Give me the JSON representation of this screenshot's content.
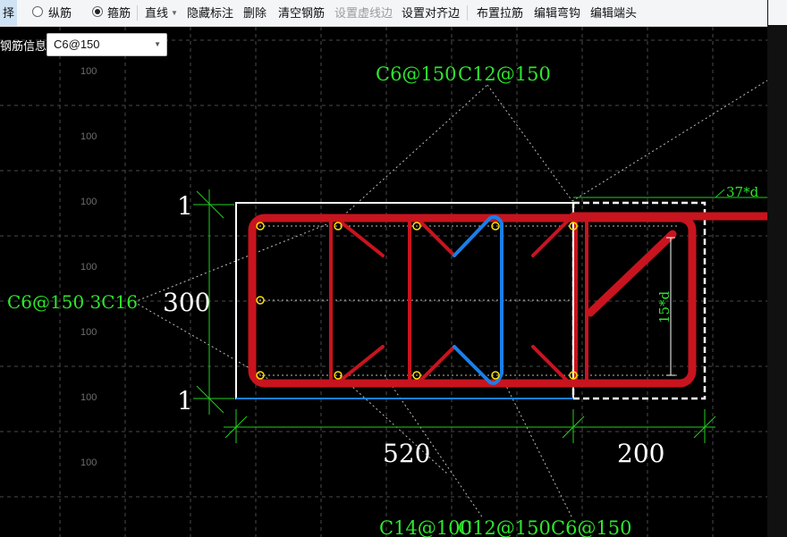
{
  "toolbar": {
    "select_label": "择",
    "radio_longitudinal": "纵筋",
    "radio_stirrup": "箍筋",
    "line_label": "直线",
    "hide_annotation": "隐藏标注",
    "delete": "删除",
    "clear_rebar": "清空钢筋",
    "set_dashed_edge": "设置虚线边",
    "set_align_edge": "设置对齐边",
    "place_tie": "布置拉筋",
    "edit_hook": "编辑弯钩",
    "edit_end": "编辑端头"
  },
  "info": {
    "label": "钢筋信息:",
    "selected_value": "C6@150"
  },
  "grid": {
    "label": "100"
  },
  "drawing": {
    "top_label_left": "C6@150",
    "top_label_right": "C12@150",
    "side_label": "C6@150 3C16",
    "dim_top_cover": "1",
    "dim_height": "300",
    "dim_bottom_cover": "1",
    "dim_width_main": "520",
    "dim_width_ext": "200",
    "anchor_length": "37*d",
    "hook_length": "15*d",
    "bottom_label_1": "C14@100",
    "bottom_label_2": "C12@150",
    "bottom_label_3": "C6@150"
  },
  "colors": {
    "stirrup": "#c8141e",
    "tie": "#1a7fe8",
    "dimension": "#1fd11f",
    "text_green": "#2ee62e",
    "section_outline": "#ffffff",
    "grid": "#555555"
  }
}
